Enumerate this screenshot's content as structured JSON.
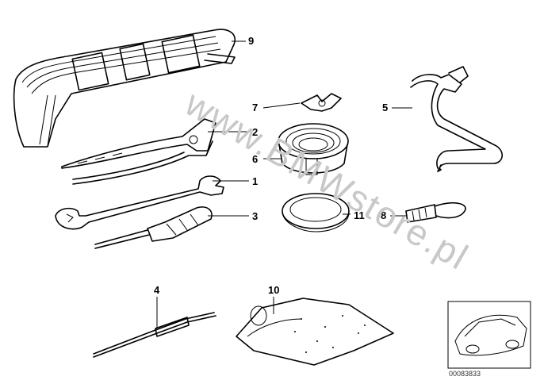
{
  "watermark": "www.BMWstore.pl",
  "callouts": [
    {
      "id": "9",
      "text": "9"
    },
    {
      "id": "7",
      "text": "7"
    },
    {
      "id": "5",
      "text": "5"
    },
    {
      "id": "2",
      "text": "2"
    },
    {
      "id": "6",
      "text": "6"
    },
    {
      "id": "1",
      "text": "1"
    },
    {
      "id": "3",
      "text": "3"
    },
    {
      "id": "11",
      "text": "11"
    },
    {
      "id": "8",
      "text": "8"
    },
    {
      "id": "4",
      "text": "4"
    },
    {
      "id": "10",
      "text": "10"
    }
  ],
  "thumbnail": {
    "reference": "00083833"
  }
}
